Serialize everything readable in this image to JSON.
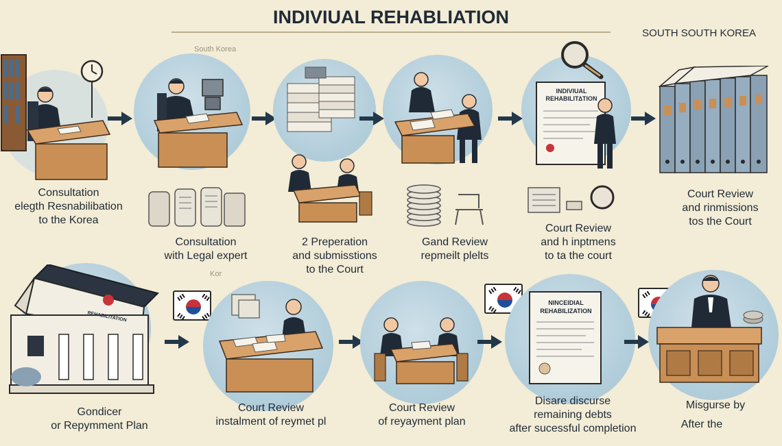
{
  "title": "INDIVIUAL REHABLIATION",
  "country": "SOUTH SOUTH KOREA",
  "faint_labels": [
    "South Korea",
    "Kor"
  ],
  "sign_labels": {
    "doc1_line1": "INDIVIUAL",
    "doc1_line2": "REHABILIT∆TION",
    "doc2_line1": "NINCEIDIAL",
    "doc2_line2": "REHABILIZATION",
    "court_sign": "REHABILITATION"
  },
  "steps_top": [
    {
      "lines": [
        "Consultation",
        "elegth Resnabilibation",
        "to  the Korea"
      ]
    },
    {
      "lines": [
        "Consultation",
        "with Legal expert"
      ]
    },
    {
      "lines": [
        "2 Preperation",
        "and submisstions",
        "to the Court"
      ]
    },
    {
      "lines": [
        "Gand Review",
        "repmeilt plelts"
      ]
    },
    {
      "lines": [
        "Court Review",
        "and h inptmens",
        "to ta the court"
      ]
    },
    {
      "lines": [
        "Court Review",
        "and rinmissions",
        "tos the Court"
      ]
    }
  ],
  "steps_bottom": [
    {
      "lines": [
        "Gondicer",
        "or Repymment Plan"
      ]
    },
    {
      "lines": [
        "Court Review",
        "instalment of reymet pl"
      ]
    },
    {
      "lines": [
        "Court Review",
        "of reyayment plan"
      ]
    },
    {
      "lines": [
        "Disare discurse",
        "remaining debts",
        "after sucessful completion"
      ]
    },
    {
      "lines": [
        "Misgurse by",
        "After the"
      ]
    }
  ],
  "colors": {
    "background": "#f3ecd6",
    "circle": "#b4cfdc",
    "desk": "#c98f55",
    "suit": "#1f2a36",
    "arrow": "#22384a"
  }
}
